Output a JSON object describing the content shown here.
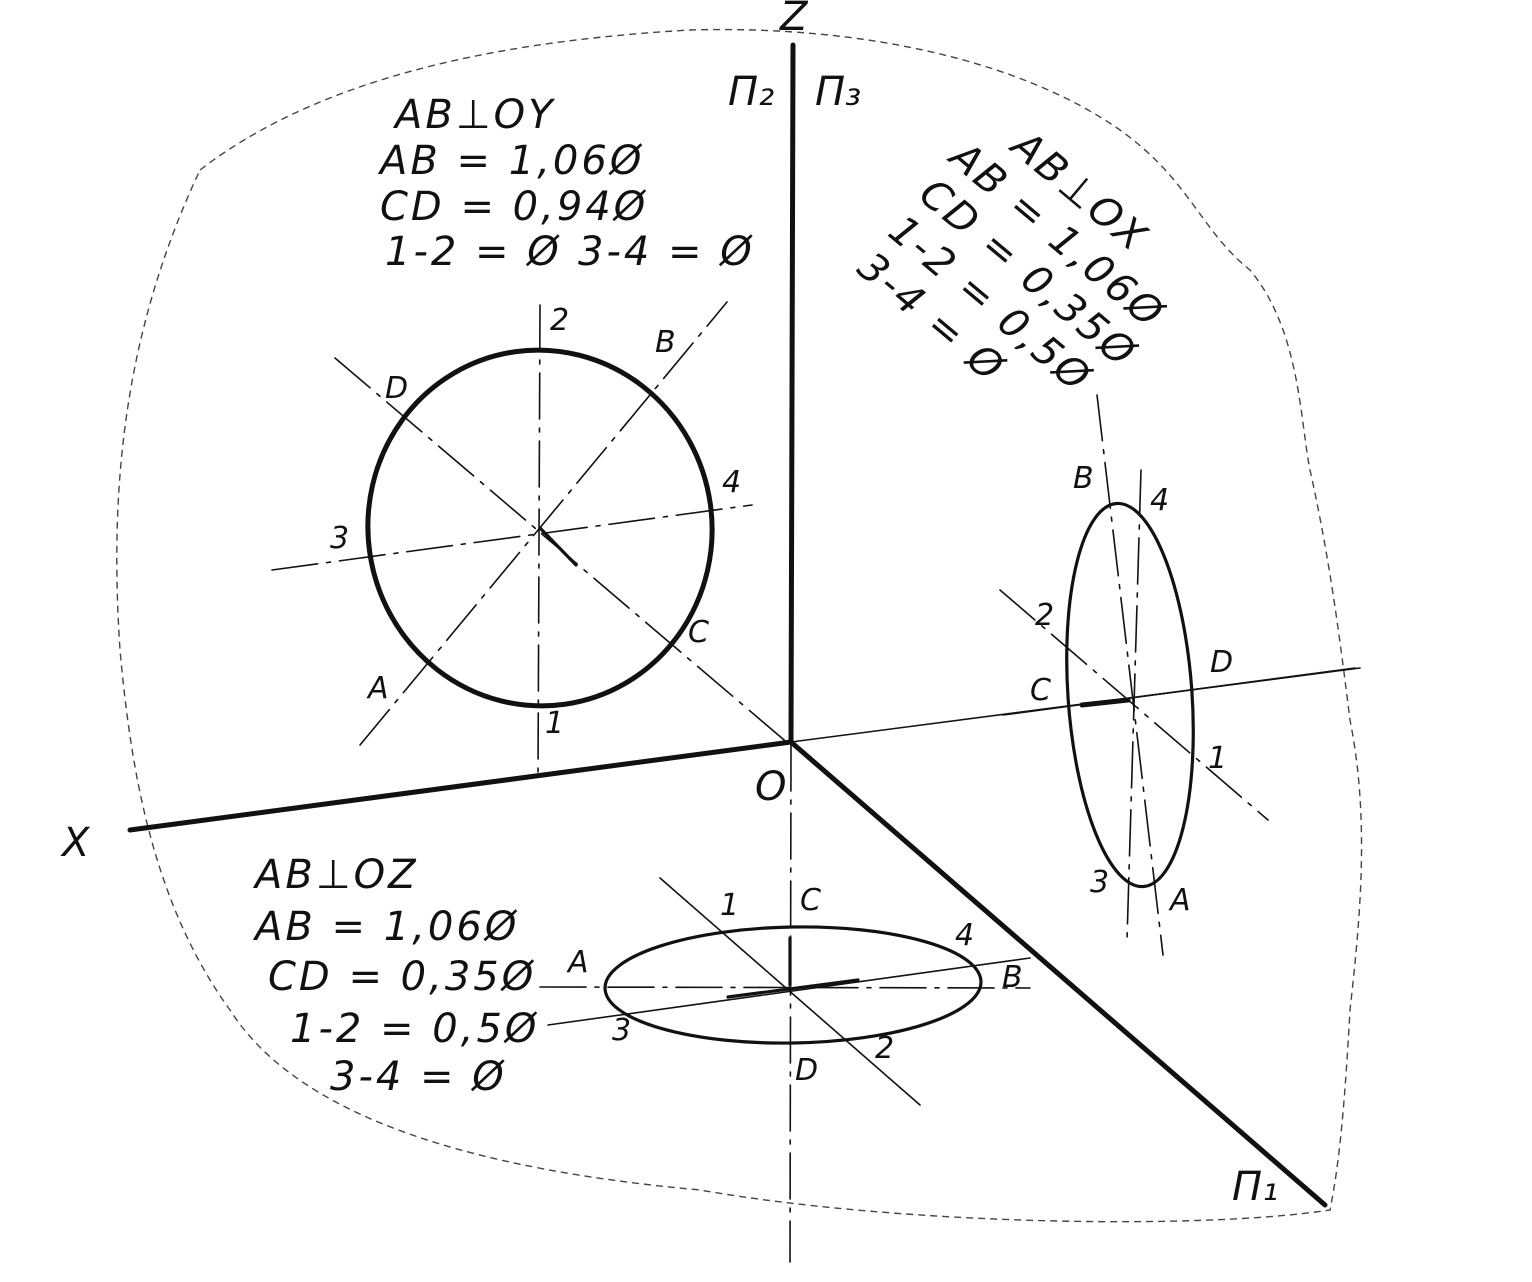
{
  "axes": {
    "z": "Z",
    "x": "X",
    "origin": "O",
    "pi2": "Π₂",
    "pi3": "Π₃",
    "pi1": "Π₁"
  },
  "frontal_view": {
    "notes": [
      "AB⊥OY",
      "AB = 1,06Ø",
      "CD = 0,94Ø",
      "1-2 = Ø",
      "3-4 = Ø"
    ],
    "points": {
      "A": "A",
      "B": "B",
      "C": "C",
      "D": "D",
      "p1": "1",
      "p2": "2",
      "p3": "3",
      "p4": "4"
    }
  },
  "profile_view": {
    "notes": [
      "AB⊥OX",
      "AB = 1,06Ø",
      "CD = 0,35Ø",
      "1-2 = 0,5Ø",
      "3-4 = Ø"
    ],
    "points": {
      "A": "A",
      "B": "B",
      "C": "C",
      "D": "D",
      "p1": "1",
      "p2": "2",
      "p3": "3",
      "p4": "4"
    }
  },
  "horizontal_view": {
    "notes": [
      "AB⊥OZ",
      "AB = 1,06Ø",
      "CD = 0,35Ø",
      "1-2 = 0,5Ø",
      "3-4 = Ø"
    ],
    "points": {
      "A": "A",
      "B": "B",
      "C": "C",
      "D": "D",
      "p1": "1",
      "p2": "2",
      "p3": "3",
      "p4": "4"
    }
  }
}
